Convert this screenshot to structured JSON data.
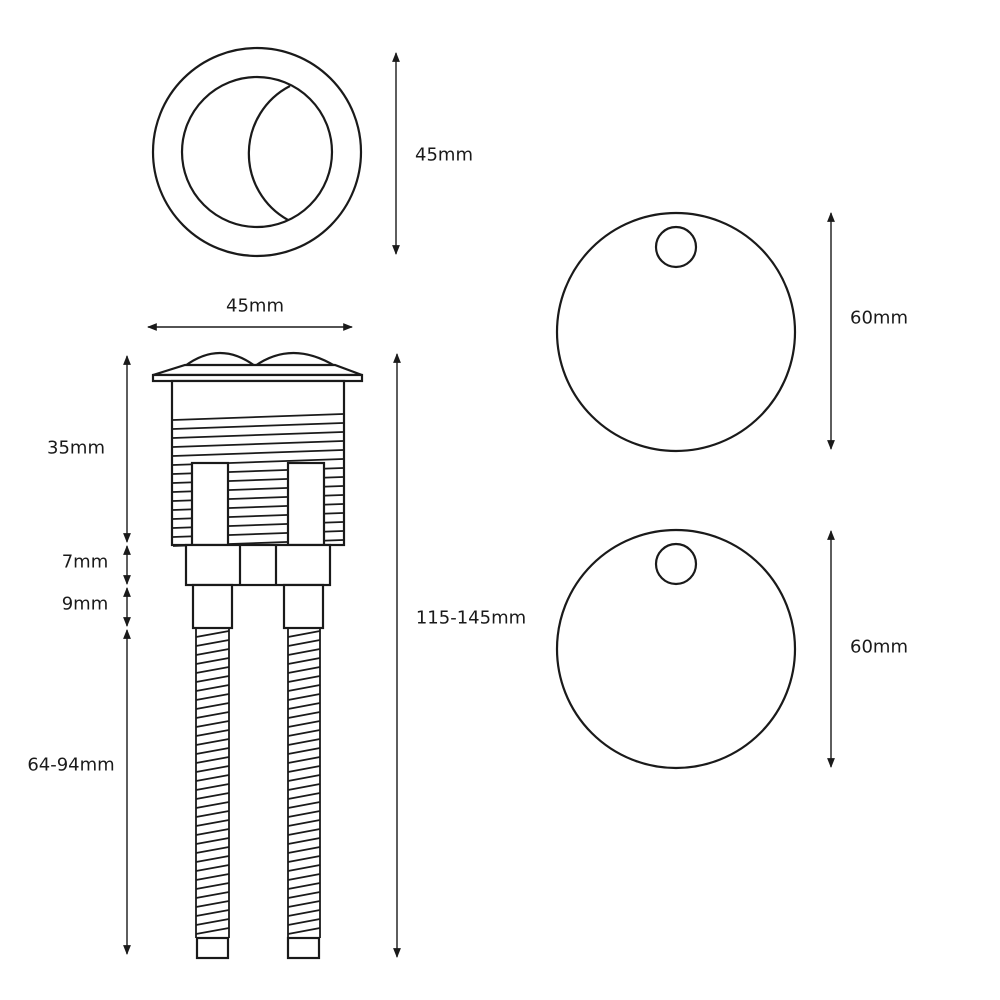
{
  "labels": {
    "button_face_height": "45mm",
    "button_width": "45mm",
    "body_thread_length": "35mm",
    "nut_height": "7mm",
    "stem_height": "9mm",
    "rod_length": "64-94mm",
    "overall_length": "115-145mm",
    "token_top_diameter": "60mm",
    "token_bottom_diameter": "60mm"
  },
  "colors": {
    "line": "#1a1a1a",
    "background": "#ffffff"
  }
}
